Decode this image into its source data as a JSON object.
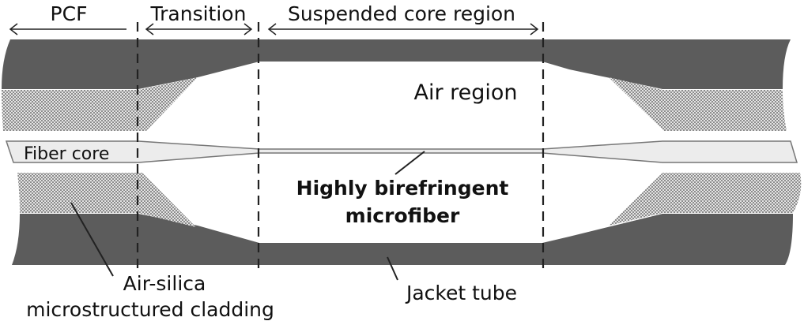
{
  "diagram": {
    "title": "Tapered PCF with suspended highly birefringent microfiber",
    "colors": {
      "jacket": "#5c5c5c",
      "cladding_pattern_light": "#e6e6e6",
      "cladding_pattern_dark": "#8a8a8a",
      "core_fill": "#ececec",
      "core_stroke": "#777777",
      "lines": "#222222"
    },
    "regions": [
      {
        "id": "pcf",
        "label": "PCF"
      },
      {
        "id": "transition",
        "label": "Transition"
      },
      {
        "id": "suspended",
        "label": "Suspended core region"
      }
    ],
    "labels": {
      "air_region": "Air region",
      "fiber_core": "Fiber core",
      "microfiber_line1": "Highly birefringent",
      "microfiber_line2": "microfiber",
      "cladding_line1": "Air-silica",
      "cladding_line2": "microstructured cladding",
      "jacket_tube": "Jacket tube"
    }
  }
}
